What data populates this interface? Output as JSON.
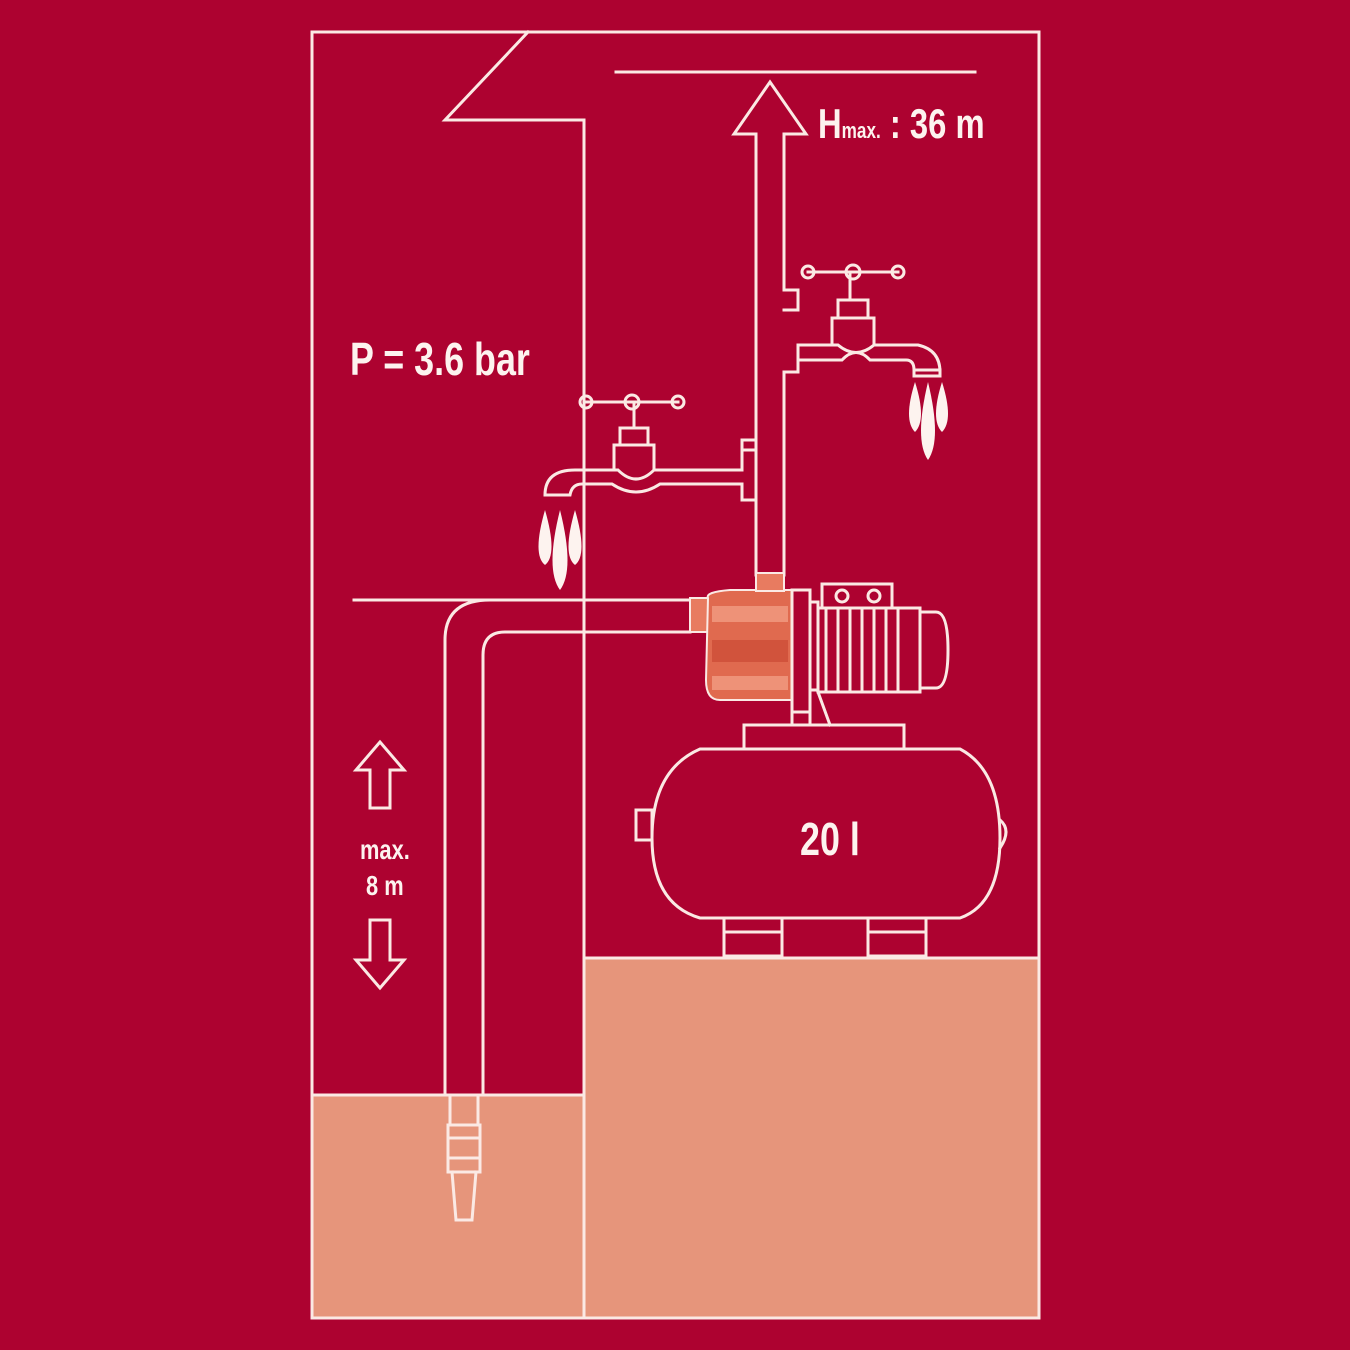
{
  "labels": {
    "hmax_prefix": "H",
    "hmax_sub": "max.",
    "hmax_value": ": 36 m",
    "pressure": "P = 3.6 bar",
    "tank_volume": "20 l",
    "suction_line1": "max.",
    "suction_line2": "8 m"
  },
  "colors": {
    "background": "#ad0230",
    "line": "#fbe9e4",
    "soil": "#e6957b",
    "pump_body": "#e06a4f"
  },
  "icons": [
    "arrow-up-icon",
    "arrow-down-icon",
    "water-drops-icon",
    "tap-icon",
    "pump-icon",
    "tank-icon"
  ]
}
